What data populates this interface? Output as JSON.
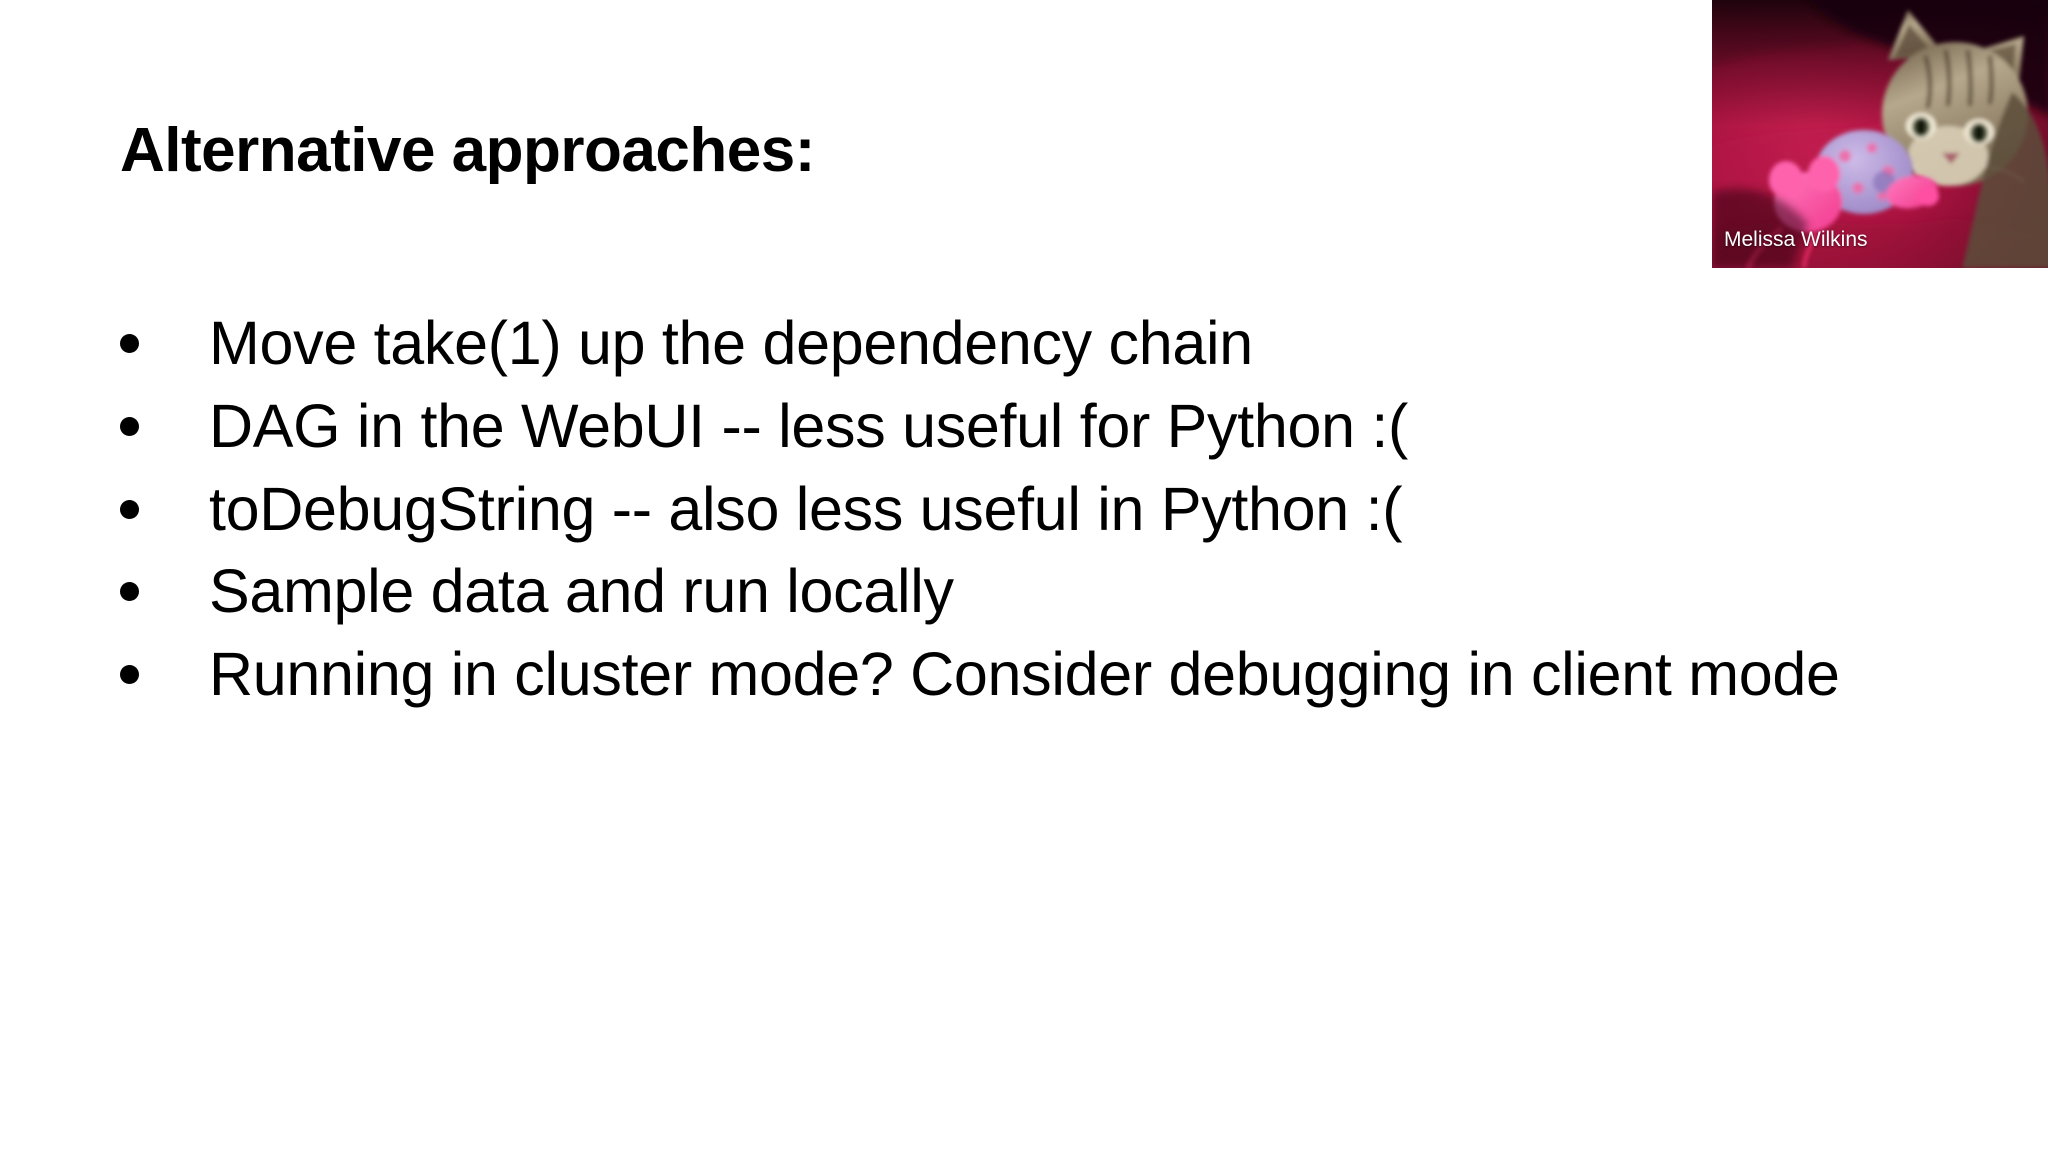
{
  "slide": {
    "background_color": "#ffffff",
    "text_color": "#000000",
    "title": "Alternative approaches:",
    "bullets": [
      {
        "text": "Move take(1) up the dependency chain"
      },
      {
        "text": "DAG in the WebUI -- less useful for Python :("
      },
      {
        "text": "toDebugString -- also less useful in Python :("
      },
      {
        "text": "Sample data and run locally"
      },
      {
        "text": "Running in cluster mode? Consider debugging in client mode"
      }
    ]
  },
  "photo": {
    "caption": "Melissa Wilkins",
    "caption_color": "#ffffff",
    "subject": "tabby kitten with pink plush mouse toy on magenta blanket",
    "colors": {
      "blanket_dark": "#3a0614",
      "blanket_mid": "#a8123f",
      "blanket_light": "#c21c4c",
      "toy_pink": "#ff4fa3",
      "toy_lavender": "#b9a6de",
      "fur_light": "#cfc2aa",
      "fur_dark": "#4a3b2c"
    }
  }
}
